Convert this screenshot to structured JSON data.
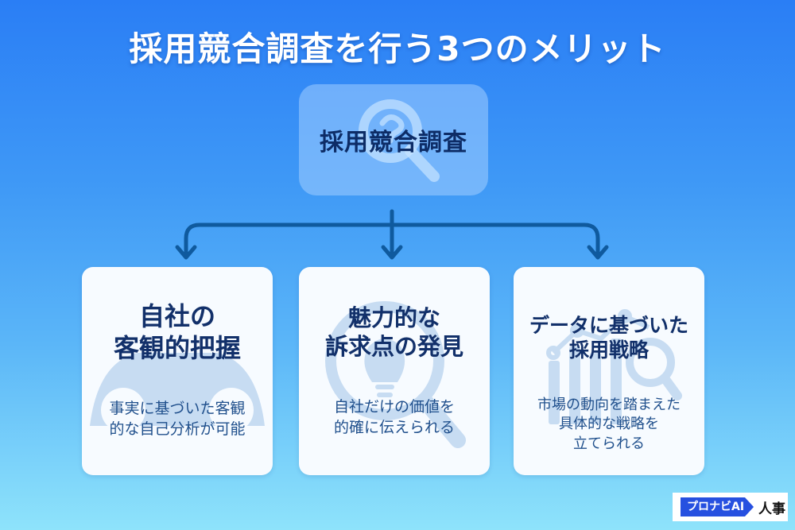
{
  "title": "採用競合調査を行う3つのメリット",
  "center": {
    "label": "採用競合調査",
    "icon": "magnifier-question-icon"
  },
  "cards": [
    {
      "heading_lines": [
        "自社の",
        "客観的把握"
      ],
      "desc_lines": [
        "事実に基づいた客観",
        "的な自己分析が可能"
      ],
      "icon": "binoculars-icon"
    },
    {
      "heading_lines": [
        "魅力的な",
        "訴求点の発見"
      ],
      "desc_lines": [
        "自社だけの価値を",
        "的確に伝えられる"
      ],
      "icon": "lightbulb-magnifier-icon"
    },
    {
      "heading_lines": [
        "データに基づいた",
        "採用戦略"
      ],
      "desc_lines": [
        "市場の動向を踏まえた",
        "具体的な戦略を",
        "立てられる"
      ],
      "icon": "chart-magnifier-icon"
    }
  ],
  "logo": {
    "brand": "プロナビAI",
    "suffix": "人事"
  },
  "colors": {
    "background_top": "#2a7ef5",
    "background_bottom": "#8ee3fb",
    "heading_text": "#12306a",
    "desc_text": "#1f4f8c",
    "connector": "#0f5a9e",
    "logo_brand": "#2650e0"
  }
}
